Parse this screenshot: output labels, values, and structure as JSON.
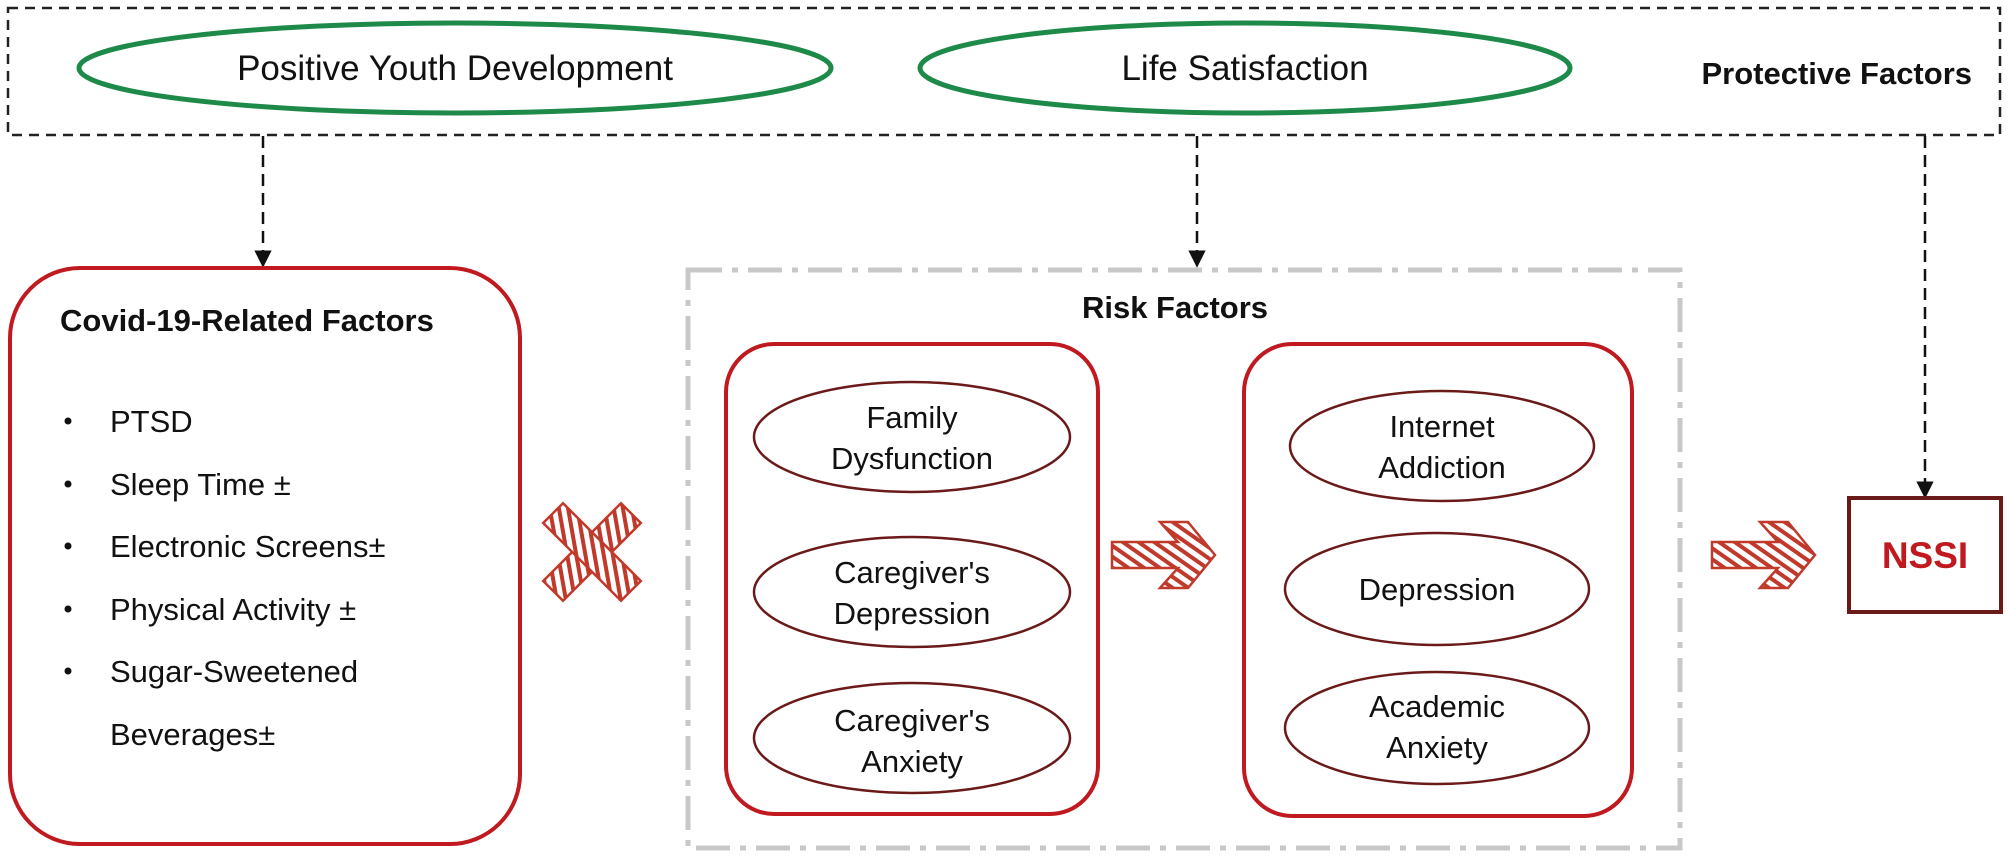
{
  "protective": {
    "title": "Protective Factors",
    "item1": "Positive Youth Development",
    "item2": "Life Satisfaction"
  },
  "covid": {
    "title": "Covid-19-Related Factors",
    "items": [
      "PTSD",
      "Sleep Time ±",
      "Electronic Screens±",
      "Physical Activity ±",
      "Sugar-Sweetened",
      "Beverages±"
    ]
  },
  "risk": {
    "title": "Risk Factors",
    "group1": {
      "family": [
        "Family",
        "Dysfunction"
      ],
      "caregiver_depression": [
        "Caregiver's",
        "Depression"
      ],
      "caregiver_anxiety": [
        "Caregiver's",
        "Anxiety"
      ]
    },
    "group2": {
      "internet": [
        "Internet",
        "Addiction"
      ],
      "depression": "Depression",
      "academic": [
        "Academic",
        "Anxiety"
      ]
    }
  },
  "outcome": {
    "label": "NSSI"
  },
  "colors": {
    "green": "#1e8a4a",
    "red": "#c0191f",
    "dark_red": "#6b1a1a",
    "gray": "#c8c8c8",
    "arrow_red": "#c0392b"
  }
}
